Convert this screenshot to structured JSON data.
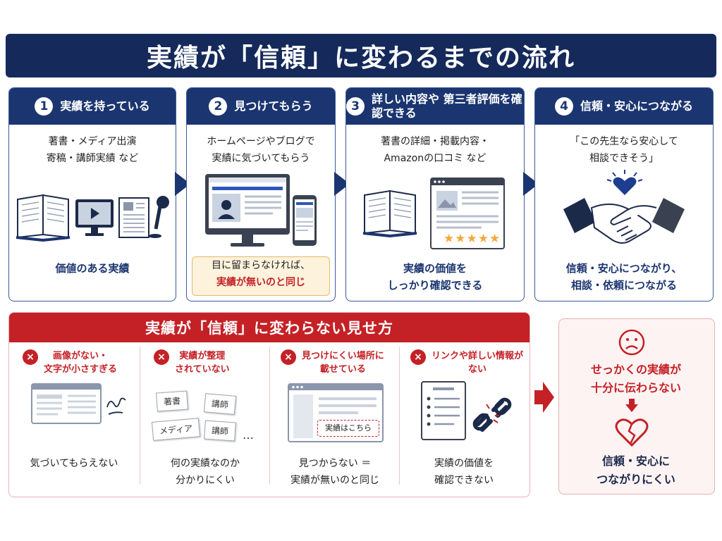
{
  "title": "実績が「信頼」に変わるまでの流れ",
  "steps": [
    {
      "num": "1",
      "title": "実績を持っている",
      "desc": "著書・メディア出演\n寄稿・講師実績 など",
      "result": "価値のある実績"
    },
    {
      "num": "2",
      "title": "見つけてもらう",
      "desc": "ホームページやブログで\n実績に気づいてもらう",
      "warn_line1": "目に留まらなければ、",
      "warn_line2": "実績が無いのと同じ"
    },
    {
      "num": "3",
      "title": "詳しい内容や\n第三者評価を確認できる",
      "desc": "著書の詳細・掲載内容・\nAmazonの口コミ など",
      "result": "実績の価値を\nしっかり確認できる"
    },
    {
      "num": "4",
      "title": "信頼・安心につながる",
      "desc": "「この先生なら安心して\n相談できそう」",
      "result": "信頼・安心につながり、\n相談・依頼につながる"
    }
  ],
  "bottom": {
    "title": "実績が「信頼」に変わらない見せ方",
    "items": [
      {
        "title": "画像がない・\n文字が小さすぎる",
        "caption": "気づいてもらえない"
      },
      {
        "title": "実績が整理\nされていない",
        "caption": "何の実績なのか\n分かりにくい",
        "tags": [
          "著書",
          "講師",
          "メディア",
          "講師"
        ],
        "ellipsis": "…"
      },
      {
        "title": "見つけにくい場所に\n載せている",
        "caption": "見つからない ＝\n実績が無いのと同じ",
        "link_label": "実績はこちら"
      },
      {
        "title": "リンクや詳しい情報が\nない",
        "caption": "実績の価値を\n確認できない"
      }
    ]
  },
  "result": {
    "top": "せっかくの実績が\n十分に伝わらない",
    "bottom": "信頼・安心に\nつながりにくい"
  },
  "icons": {
    "cross": "×",
    "stars": "★★★★★"
  },
  "colors": {
    "navy": "#152a5a",
    "blue": "#1b3570",
    "red": "#c42126",
    "gold": "#f2a93b",
    "heart": "#1d3d8f"
  }
}
